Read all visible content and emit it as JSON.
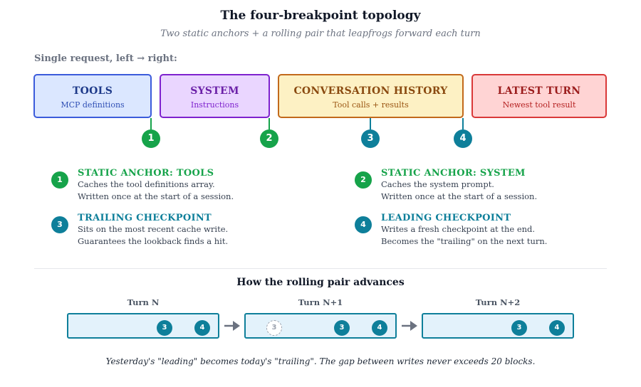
{
  "title": "The four-breakpoint topology",
  "subtitle": "Two static anchors + a rolling pair that leapfrogs forward each turn",
  "section_label": "Single request, left → right:",
  "segments": [
    {
      "name": "TOOLS",
      "sub": "MCP definitions",
      "border": "#3b5bdb",
      "fill": "#dbe7ff",
      "text": "#1e3a8a",
      "sub_text": "#2f4fb4"
    },
    {
      "name": "SYSTEM",
      "sub": "Instructions",
      "border": "#7e22ce",
      "fill": "#ead6ff",
      "text": "#6b21a8",
      "sub_text": "#7e22ce"
    },
    {
      "name": "CONVERSATION HISTORY",
      "sub": "Tool calls + results",
      "border": "#c2691b",
      "fill": "#fdf1c4",
      "text": "#8a4a10",
      "sub_text": "#9a5512"
    },
    {
      "name": "LATEST TURN",
      "sub": "Newest tool result",
      "border": "#d93838",
      "fill": "#ffd4d4",
      "text": "#9b1c1c",
      "sub_text": "#b42020"
    }
  ],
  "breakpoints": [
    "1",
    "2",
    "3",
    "4"
  ],
  "legend": [
    {
      "num": "1",
      "heading": "STATIC ANCHOR: TOOLS",
      "lines": [
        "Caches the tool definitions array.",
        "Written once at the start of a session."
      ],
      "color": "#16a34a"
    },
    {
      "num": "2",
      "heading": "STATIC ANCHOR: SYSTEM",
      "lines": [
        "Caches the system prompt.",
        "Written once at the start of a session."
      ],
      "color": "#16a34a"
    },
    {
      "num": "3",
      "heading": "TRAILING CHECKPOINT",
      "lines": [
        "Sits on the most recent cache write.",
        "Guarantees the lookback finds a hit."
      ],
      "color": "#0e7f9a"
    },
    {
      "num": "4",
      "heading": "LEADING CHECKPOINT",
      "lines": [
        "Writes a fresh checkpoint at the end.",
        "Becomes the \"trailing\" on the next turn."
      ],
      "color": "#0e7f9a"
    }
  ],
  "rolling_title": "How the rolling pair advances",
  "turns": [
    {
      "label": "Turn N",
      "badges": [
        "3",
        "4"
      ]
    },
    {
      "label": "Turn N+1",
      "ghost": "3",
      "badges": [
        "3",
        "4"
      ]
    },
    {
      "label": "Turn N+2",
      "badges": [
        "3",
        "4"
      ]
    }
  ],
  "caption": "Yesterday's \"leading\" becomes today's \"trailing\". The gap between writes never exceeds 20 blocks."
}
